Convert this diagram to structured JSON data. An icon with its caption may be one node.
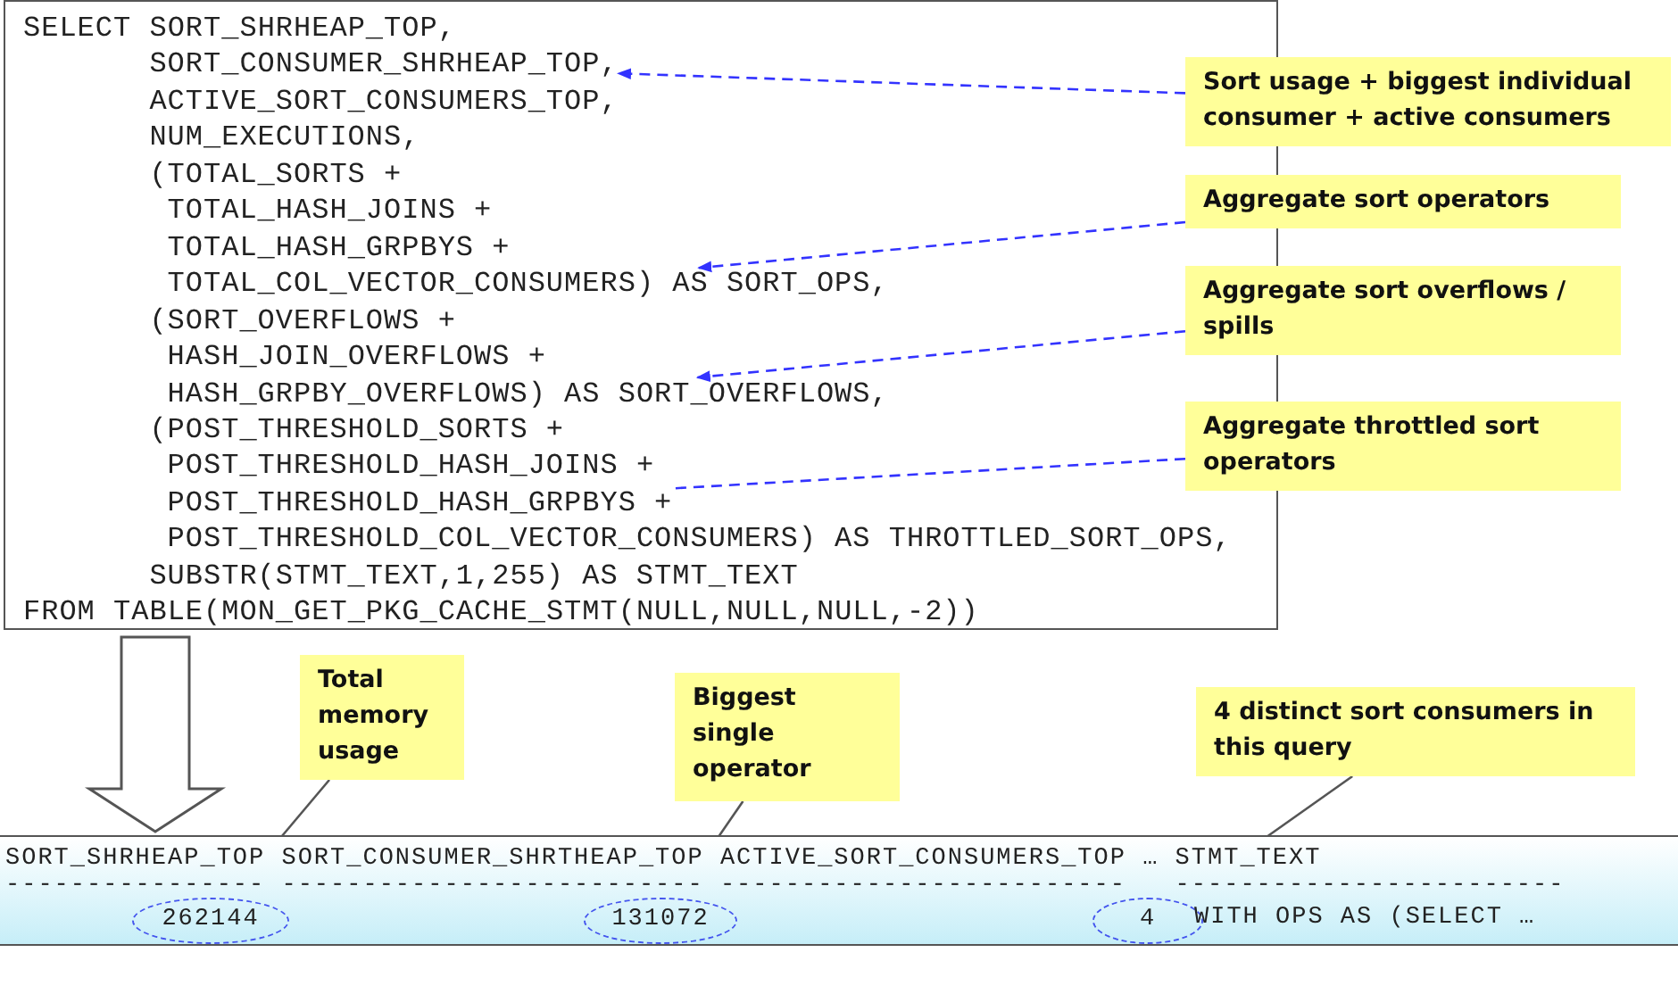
{
  "diagram": {
    "nodes": [
      {
        "text": [],
        "shape": "box"
      },
      {
        "text": [
          "SELECT SORT_SHRHEAP_TOP,"
        ],
        "in": 0
      },
      {
        "text": [
          "SORT_CONSUMER_SHRHEAP_TOP,"
        ],
        "in": 0
      },
      {
        "text": [
          "ACTIVE_SORT_CONSUMERS_TOP,"
        ],
        "in": 0
      },
      {
        "text": [
          "NUM_EXECUTIONS,"
        ],
        "in": 0
      },
      {
        "text": [
          "(TOTAL_SORTS +"
        ],
        "in": 0
      },
      {
        "text": [
          "TOTAL_HASH_JOINS +"
        ],
        "in": 0
      },
      {
        "text": [
          "TOTAL_HASH_GRPBYS +"
        ],
        "in": 0
      },
      {
        "text": [
          "TOTAL_COL_VECTOR_CONSUMERS) AS SORT_OPS,"
        ],
        "in": 0
      },
      {
        "text": [
          "(SORT_OVERFLOWS +"
        ],
        "in": 0
      },
      {
        "text": [
          "HASH_JOIN_OVERFLOWS +"
        ],
        "in": 0
      },
      {
        "text": [
          "HASH_GRPBY_OVERFLOWS) AS SORT_OVERFLOWS,"
        ],
        "in": 0
      },
      {
        "text": [
          "(POST_THRESHOLD_SORTS +"
        ],
        "in": 0
      },
      {
        "text": [
          "POST_THRESHOLD_HASH_JOINS +"
        ],
        "in": 0
      },
      {
        "text": [
          "POST_THRESHOLD_HASH_GRPBYS +"
        ],
        "in": 0
      },
      {
        "text": [
          "POST_THRESHOLD_COL_VECTOR_CONSUMERS) AS THROTTLED_SORT_OPS,"
        ],
        "in": 0
      },
      {
        "text": [
          "SUBSTR(STMT_TEXT,1,255) AS STMT_TEXT"
        ],
        "in": 0
      },
      {
        "text": [
          "FROM TABLE(MON_GET_PKG_CACHE_STMT(NULL,NULL,NULL,-2))"
        ],
        "in": 0
      },
      {
        "text": [
          "Sort usage + biggest individual consumer + active consumers"
        ]
      },
      {
        "text": [
          "Aggregate sort operators"
        ]
      },
      {
        "text": [
          "Aggregate sort overflows / spills"
        ]
      },
      {
        "text": [
          "Aggregate throttled sort operators"
        ]
      },
      {
        "text": [
          "Total memory usage"
        ]
      },
      {
        "text": [
          "Biggest single operator"
        ]
      },
      {
        "text": [
          "4 distinct sort consumers in this query"
        ]
      },
      {
        "text": [],
        "shape": "box"
      },
      {
        "text": [
          "SORT_SHRHEAP_TOP SORT_CONSUMER_SHRTHEAP_TOP ACTIVE_SORT_CONSUMERS_TOP … STMT_TEXT"
        ],
        "in": 25
      },
      {
        "text": [
          "---------------- -------------------------- -------------------------   ------------------------"
        ],
        "in": 25
      },
      {
        "text": [
          "262144"
        ],
        "in": 25
      },
      {
        "text": [
          "131072"
        ],
        "in": 25
      },
      {
        "text": [
          "4"
        ],
        "in": 25
      },
      {
        "text": [
          "WITH OPS AS (SELECT …"
        ],
        "in": 25
      }
    ],
    "edges": [
      {
        "from": 18,
        "to": 2,
        "arrow": "to",
        "style": "dashed",
        "color": "#3333ff"
      },
      {
        "from": 19,
        "to": 8,
        "arrow": "to",
        "style": "dashed",
        "color": "#3333ff"
      },
      {
        "from": 20,
        "to": 11,
        "arrow": "to",
        "style": "dashed",
        "color": "#3333ff"
      },
      {
        "from": 21,
        "to": 14,
        "arrow": "none",
        "style": "dashed",
        "color": "#3333ff"
      },
      {
        "from": 0,
        "to": 25,
        "arrow": "to",
        "style": "thick",
        "color": "#555555"
      },
      {
        "from": 22,
        "to": 28,
        "arrow": "none",
        "color": "#555555"
      },
      {
        "from": 23,
        "to": 29,
        "arrow": "none",
        "color": "#555555"
      },
      {
        "from": 24,
        "to": 30,
        "arrow": "none",
        "color": "#555555"
      }
    ]
  }
}
